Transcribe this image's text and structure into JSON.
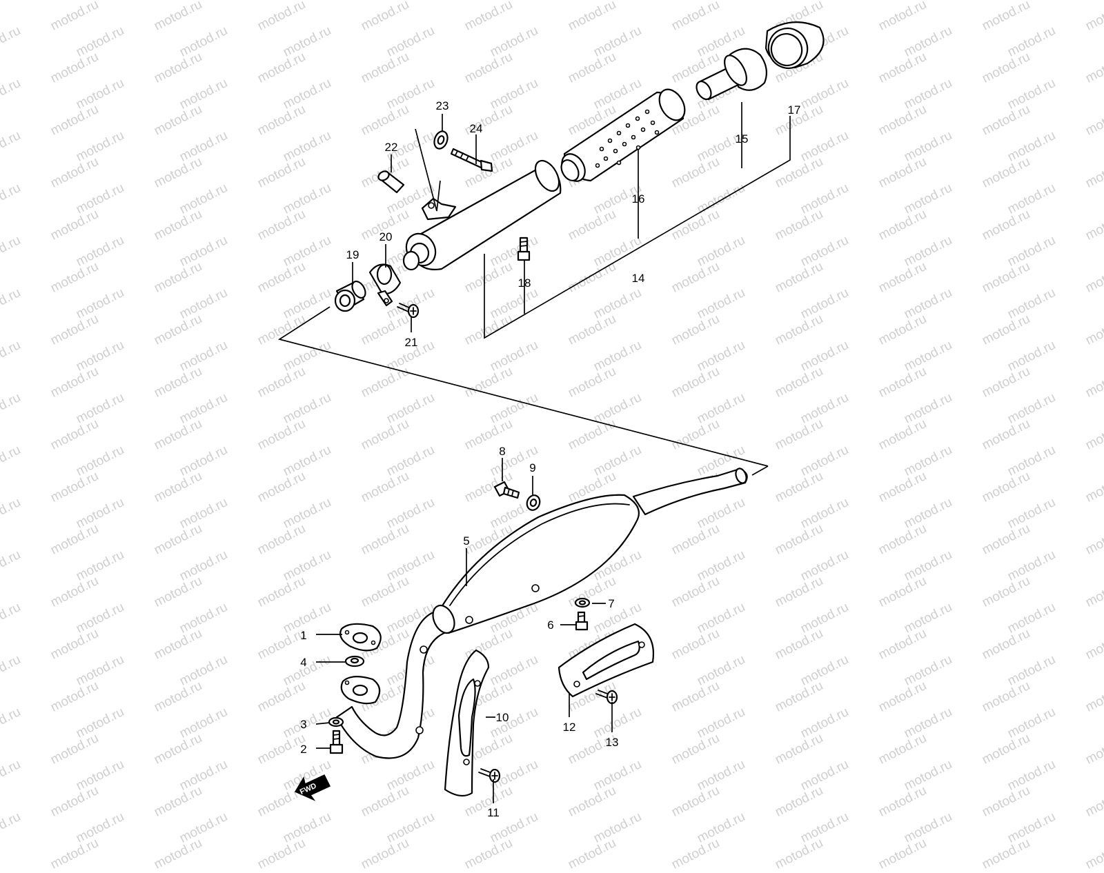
{
  "watermark": "motod.ru",
  "callouts": [
    {
      "id": "c1",
      "text": "1"
    },
    {
      "id": "c2",
      "text": "2"
    },
    {
      "id": "c3",
      "text": "3"
    },
    {
      "id": "c4",
      "text": "4"
    },
    {
      "id": "c5",
      "text": "5"
    },
    {
      "id": "c6",
      "text": "6"
    },
    {
      "id": "c7",
      "text": "7"
    },
    {
      "id": "c8",
      "text": "8"
    },
    {
      "id": "c9",
      "text": "9"
    },
    {
      "id": "c10",
      "text": "10"
    },
    {
      "id": "c11",
      "text": "11"
    },
    {
      "id": "c12",
      "text": "12"
    },
    {
      "id": "c13",
      "text": "13"
    },
    {
      "id": "c14",
      "text": "14"
    },
    {
      "id": "c15",
      "text": "15"
    },
    {
      "id": "c16",
      "text": "16"
    },
    {
      "id": "c17",
      "text": "17"
    },
    {
      "id": "c18",
      "text": "18"
    },
    {
      "id": "c19",
      "text": "19"
    },
    {
      "id": "c20",
      "text": "20"
    },
    {
      "id": "c21",
      "text": "21"
    },
    {
      "id": "c22",
      "text": "22"
    },
    {
      "id": "c23",
      "text": "23"
    },
    {
      "id": "c24",
      "text": "24"
    }
  ],
  "fwd_badge": "FWD",
  "colors": {
    "line": "#000000",
    "background": "#ffffff",
    "watermark": "#cfcfcf"
  }
}
